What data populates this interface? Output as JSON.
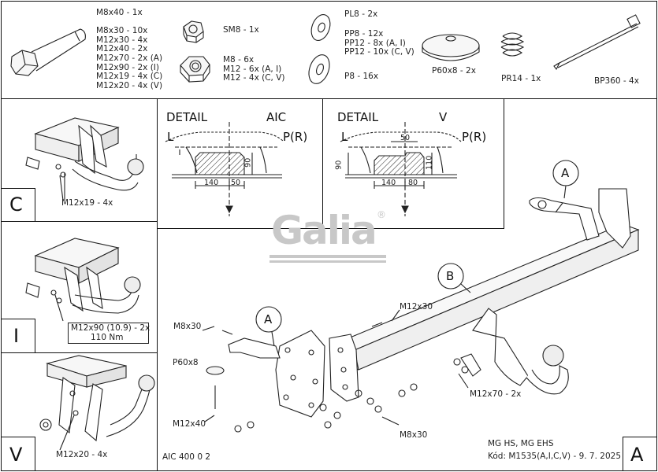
{
  "parts": {
    "bolt_list": [
      "M8x40 - 1x",
      "",
      "M8x30 - 10x",
      "M12x30 - 4x",
      "M12x40 - 2x",
      "M12x70 - 2x (A)",
      "M12x90 - 2x (I)",
      "M12x19 - 4x (C)",
      "M12x20 - 4x (V)"
    ],
    "sm8": "SM8 - 1x",
    "nut_list": [
      "M8 - 6x",
      "M12 - 6x (A, I)",
      "M12 - 4x (C, V)"
    ],
    "pl8": "PL8 - 2x",
    "pp_list": [
      "PP8 - 12x",
      "PP12 - 8x (A, I)",
      "PP12 - 10x (C, V)"
    ],
    "p8": "P8 - 16x",
    "p60x8": "P60x8 - 2x",
    "pr14": "PR14 - 1x",
    "bp360": "BP360 - 4x"
  },
  "variants": {
    "c_label": "C",
    "c_bolt": "M12x19 - 4x",
    "i_label": "I",
    "i_bolt": "M12x90 (10.9) - 2x",
    "i_torque": "110 Nm",
    "v_label": "V",
    "v_bolt": "M12x20 - 4x"
  },
  "detail_aic": {
    "title": "DETAIL",
    "code": "AIC",
    "left": "L",
    "right": "P(R)",
    "dim_140": "140",
    "dim_50": "50",
    "dim_90": "90"
  },
  "detail_v": {
    "title": "DETAIL",
    "code": "V",
    "left": "L",
    "right": "P(R)",
    "dim_90": "90",
    "dim_50": "50",
    "dim_110": "110",
    "dim_140": "140",
    "dim_80": "80"
  },
  "logo": {
    "text": "Galia",
    "reg": "®"
  },
  "assembly": {
    "a_top": "A",
    "b": "B",
    "a_left": "A",
    "m8x30_left": "M8x30",
    "p60x8": "P60x8",
    "m12x40": "M12x40",
    "m12x30": "M12x30",
    "m8x30_bottom": "M8x30",
    "m12x70": "M12x70 - 2x"
  },
  "footer": {
    "code": "AIC 400 0 2",
    "models": "MG HS, MG EHS",
    "kod": "Kód: M1535(A,I,C,V) - 9. 7. 2025",
    "variant": "A"
  }
}
